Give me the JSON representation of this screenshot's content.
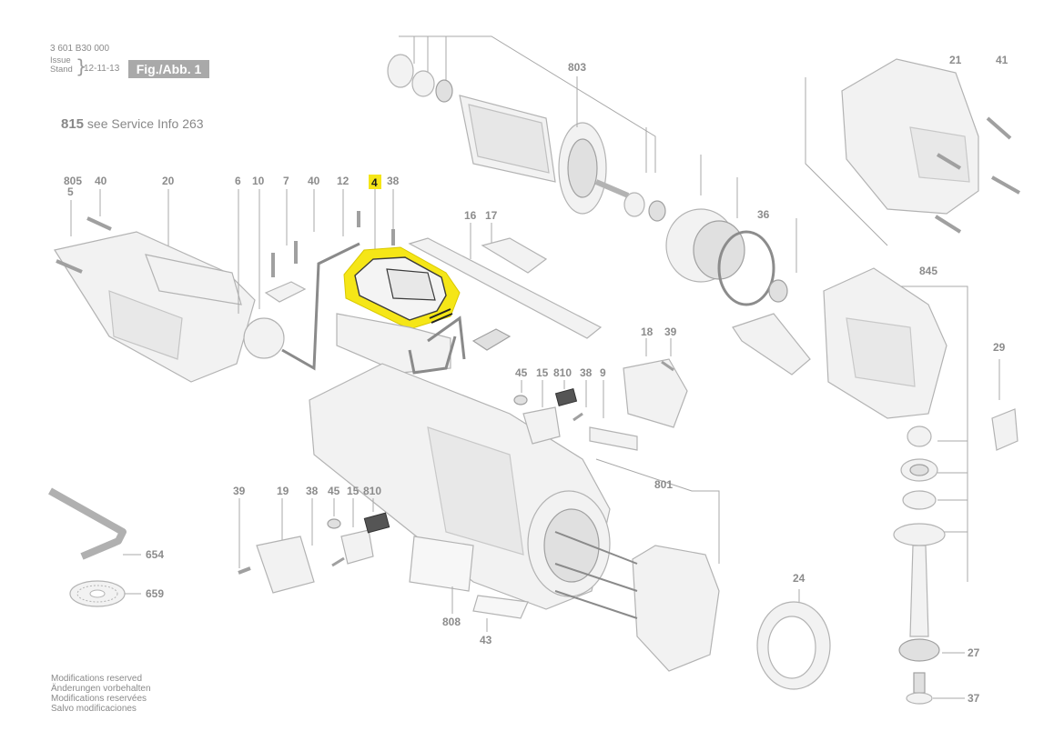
{
  "header": {
    "code": "3 601 B30 000",
    "issue_label": "Issue",
    "stand_label": "Stand",
    "date": "12-11-13",
    "figure": "Fig./Abb. 1"
  },
  "service_note": {
    "part": "815",
    "text": "see Service Info 263"
  },
  "footer": [
    "Modifications reserved",
    "Änderungen vorbehalten",
    "Modifications reservées",
    "Salvo modificaciones"
  ],
  "highlight_color": "#f5e617",
  "highlighted_part": "4",
  "labels": [
    "803",
    "21",
    "41",
    "805",
    "5",
    "40",
    "20",
    "6",
    "10",
    "7",
    "40",
    "12",
    "4",
    "38",
    "16",
    "17",
    "36",
    "845",
    "18",
    "39",
    "29",
    "45",
    "15",
    "810",
    "38",
    "9",
    "801",
    "39",
    "19",
    "38",
    "45",
    "15",
    "810",
    "654",
    "659",
    "808",
    "43",
    "24",
    "27",
    "37"
  ]
}
